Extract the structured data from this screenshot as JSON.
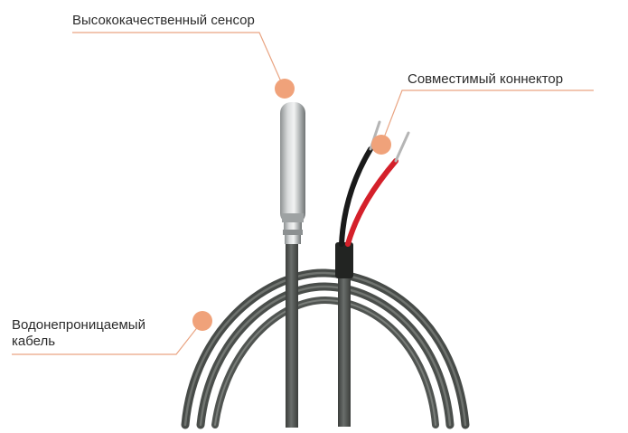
{
  "labels": {
    "sensor": "Высококачественный сенсор",
    "connector": "Совместимый коннектор",
    "cable_line1": "Водонепроницаемый",
    "cable_line2": "кабель"
  },
  "colors": {
    "accent_dot": "#f0a27a",
    "callout_line": "#e9a482",
    "cable": "#4b4f4c",
    "probe_steel": "#b9bcbd",
    "wire_red": "#d4202a",
    "wire_black": "#1a1a1a",
    "label_text": "#2b2b2b"
  },
  "icons": {
    "callout_dot": "orange-circle-marker"
  }
}
